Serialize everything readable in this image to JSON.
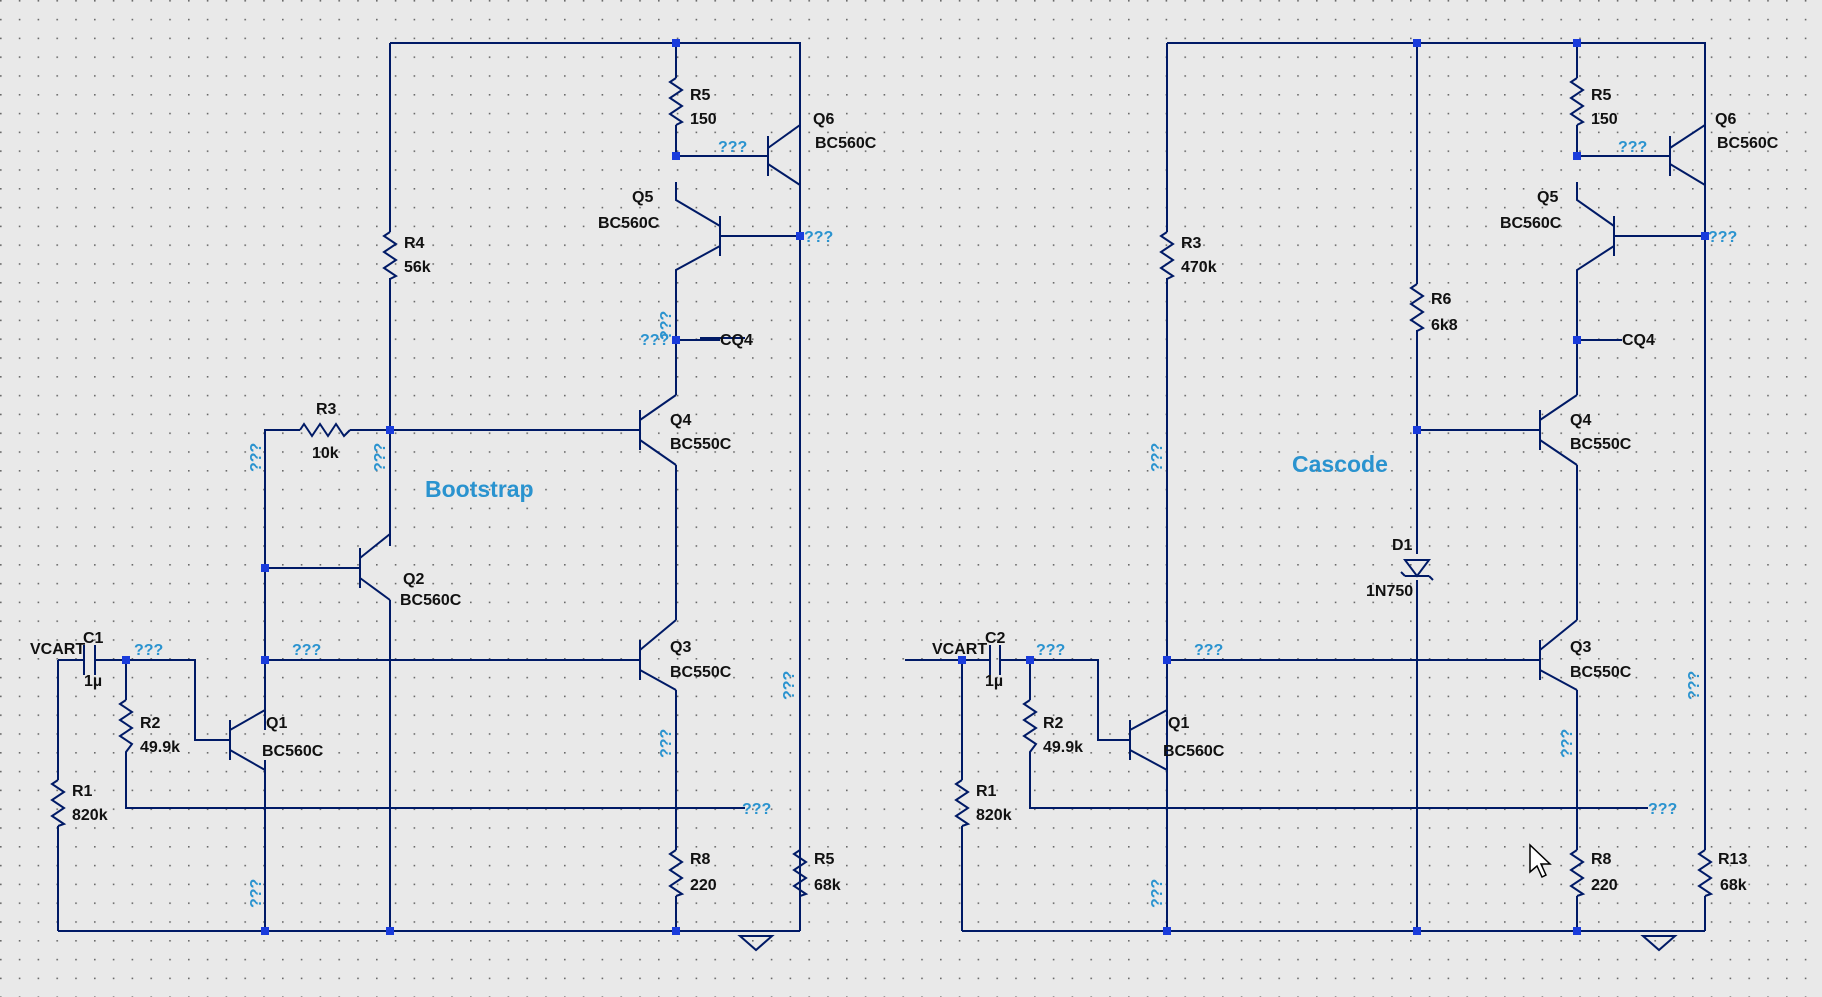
{
  "titles": {
    "left": "Bootstrap",
    "right": "Cascode"
  },
  "unlabeled_net": "???",
  "left": {
    "input_port": "VCART",
    "c1": {
      "name": "C1",
      "value": "1µ"
    },
    "r1": {
      "name": "R1",
      "value": "820k"
    },
    "r2": {
      "name": "R2",
      "value": "49.9k"
    },
    "r3": {
      "name": "R3",
      "value": "10k"
    },
    "r4": {
      "name": "R4",
      "value": "56k"
    },
    "r5_top": {
      "name": "R5",
      "value": "150"
    },
    "r5_bottom": {
      "name": "R5",
      "value": "68k"
    },
    "r8": {
      "name": "R8",
      "value": "220"
    },
    "q1": {
      "name": "Q1",
      "model": "BC560C"
    },
    "q2": {
      "name": "Q2",
      "model": "BC560C"
    },
    "q3": {
      "name": "Q3",
      "model": "BC550C"
    },
    "q4": {
      "name": "Q4",
      "model": "BC550C"
    },
    "q5": {
      "name": "Q5",
      "model": "BC560C"
    },
    "q6": {
      "name": "Q6",
      "model": "BC560C"
    },
    "cq4": "CQ4"
  },
  "right": {
    "input_port": "VCART",
    "c2": {
      "name": "C2",
      "value": "1µ"
    },
    "r1": {
      "name": "R1",
      "value": "820k"
    },
    "r2": {
      "name": "R2",
      "value": "49.9k"
    },
    "r3": {
      "name": "R3",
      "value": "470k"
    },
    "r6": {
      "name": "R6",
      "value": "6k8"
    },
    "r5": {
      "name": "R5",
      "value": "150"
    },
    "r8": {
      "name": "R8",
      "value": "220"
    },
    "r13": {
      "name": "R13",
      "value": "68k"
    },
    "d1": {
      "name": "D1",
      "model": "1N750"
    },
    "q1": {
      "name": "Q1",
      "model": "BC560C"
    },
    "q3": {
      "name": "Q3",
      "model": "BC550C"
    },
    "q4": {
      "name": "Q4",
      "model": "BC550C"
    },
    "q5": {
      "name": "Q5",
      "model": "BC560C"
    },
    "q6": {
      "name": "Q6",
      "model": "BC560C"
    },
    "cq4": "CQ4"
  }
}
